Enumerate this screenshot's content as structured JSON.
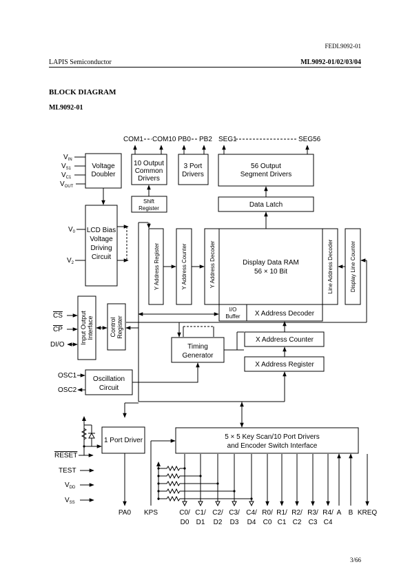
{
  "header": {
    "doc_id": "FEDL9092-01",
    "company": "LAPIS Semiconductor",
    "part_numbers": "ML9092-01/02/03/04"
  },
  "section_title": "BLOCK DIAGRAM",
  "subsection_title": "ML9092-01",
  "page_number": "3/66",
  "diagram": {
    "top_labels": {
      "com1": "COM1",
      "com10": "COM10",
      "pb0": "PB0",
      "pb2": "PB2",
      "seg1": "SEG1",
      "seg56": "SEG56"
    },
    "blocks": {
      "voltage_doubler": [
        "Voltage",
        "Doubler"
      ],
      "common_drivers": [
        "10 Output",
        "Common",
        "Drivers"
      ],
      "port_drivers_3": [
        "3 Port",
        "Drivers"
      ],
      "segment_drivers": [
        "56 Output",
        "Segment Drivers"
      ],
      "shift_register": [
        "Shift",
        "Register"
      ],
      "data_latch": "Data Latch",
      "lcd_bias": [
        "LCD Bias",
        "Voltage",
        "Driving",
        "Circuit"
      ],
      "y_address_register": "Y Address Register",
      "y_address_counter": "Y Address Counter",
      "y_address_decoder": "Y Address Decoder",
      "display_ram": [
        "Display Data RAM",
        "56 × 10 Bit"
      ],
      "line_address_decoder": "Line Address Decoder",
      "display_line_counter": "Display Line Counter",
      "io_buffer": [
        "I/O",
        "Buffer"
      ],
      "x_address_decoder": "X Address Decoder",
      "io_interface": [
        "Input Output",
        "Interface"
      ],
      "control_register": [
        "Control",
        "Register"
      ],
      "timing_generator": [
        "Timing",
        "Generator"
      ],
      "x_address_counter": "X Address Counter",
      "x_address_register": "X Address Register",
      "oscillation_circuit": [
        "Oscillation",
        "Circuit"
      ],
      "port_driver_1": "1 Port Driver",
      "key_scan": [
        "5 × 5 Key Scan/10 Port Drivers",
        "and Encoder Switch Interface"
      ]
    },
    "left_pins": {
      "vin": {
        "base": "V",
        "sub": "IN"
      },
      "vs1": {
        "base": "V",
        "sub": "S1"
      },
      "vc1": {
        "base": "V",
        "sub": "C1"
      },
      "vout": {
        "base": "V",
        "sub": "OUT"
      },
      "v0": {
        "base": "V",
        "sub": "0"
      },
      "v2": {
        "base": "V",
        "sub": "2"
      },
      "cs": "CS",
      "cp": "CP",
      "dio": "DI/O",
      "osc1": "OSC1",
      "osc2": "OSC2",
      "reset": "RESET",
      "test": "TEST",
      "vdd": {
        "base": "V",
        "sub": "DD"
      },
      "vss": {
        "base": "V",
        "sub": "SS"
      }
    },
    "bottom_pins": [
      {
        "top": "PA0",
        "bottom": ""
      },
      {
        "top": "KPS",
        "bottom": ""
      },
      {
        "top": "C0/",
        "bottom": "D0"
      },
      {
        "top": "C1/",
        "bottom": "D1"
      },
      {
        "top": "C2/",
        "bottom": "D2"
      },
      {
        "top": "C3/",
        "bottom": "D3"
      },
      {
        "top": "C4/",
        "bottom": "D4"
      },
      {
        "top": "R0/",
        "bottom": "C0"
      },
      {
        "top": "R1/",
        "bottom": "C1"
      },
      {
        "top": "R2/",
        "bottom": "C2"
      },
      {
        "top": "R3/",
        "bottom": "C3"
      },
      {
        "top": "R4/",
        "bottom": "C4"
      },
      {
        "top": "A",
        "bottom": ""
      },
      {
        "top": "B",
        "bottom": ""
      },
      {
        "top": "KREQ",
        "bottom": ""
      }
    ]
  }
}
